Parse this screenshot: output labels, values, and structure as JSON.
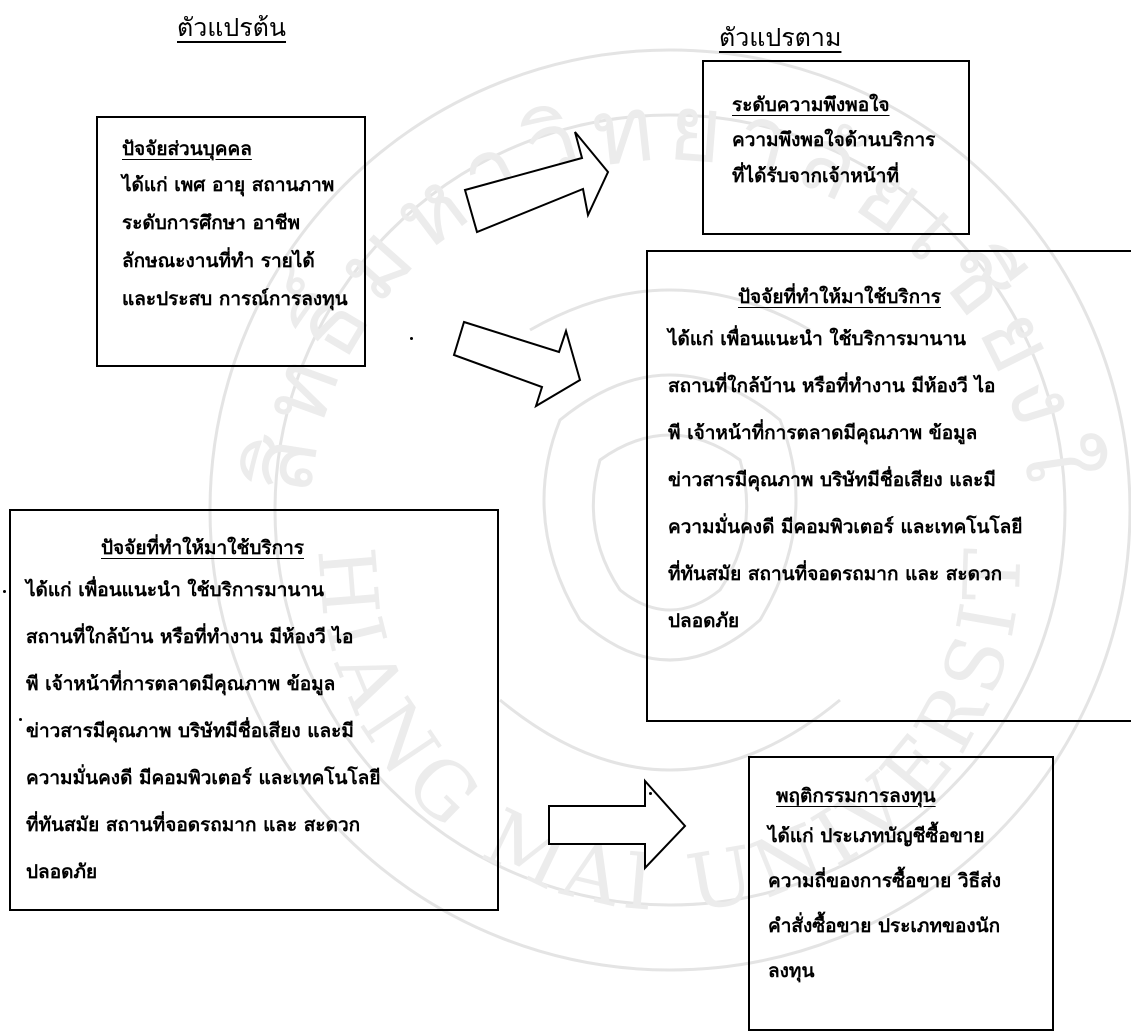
{
  "headings": {
    "independent": "ตัวแปรต้น",
    "dependent": "ตัวแปรตาม"
  },
  "boxes": {
    "personal": {
      "title": "ปัจจัยส่วนบุคคล",
      "lines": [
        "ได้แก่ เพศ อายุ สถานภาพ",
        "ระดับการศึกษา   อาชีพ",
        "ลักษณะงานที่ทำ  รายได้",
        "และประสบ การณ์การลงทุน"
      ]
    },
    "satisfaction": {
      "title": "ระดับความพึงพอใจ",
      "lines": [
        "ความพึงพอใจด้านบริการ",
        "ที่ได้รับจากเจ้าหน้าที่"
      ]
    },
    "factors_right": {
      "title": "ปัจจัยที่ทำให้มาใช้บริการ",
      "lines": [
        "ได้แก่  เพื่อนแนะนำ  ใช้บริการมานาน",
        "สถานที่ใกล้บ้าน  หรือที่ทำงาน  มีห้องวี ไอ",
        "พี   เจ้าหน้าที่การตลาดมีคุณภาพ  ข้อมูล",
        "ข่าวสารมีคุณภาพ บริษัทมีชื่อเสียง และมี",
        "ความมั่นคงดี มีคอมพิวเตอร์ และเทคโนโลยี",
        "ที่ทันสมัย สถานที่จอดรถมาก และ สะดวก",
        "ปลอดภัย"
      ]
    },
    "factors_left": {
      "title": "ปัจจัยที่ทำให้มาใช้บริการ",
      "lines": [
        "ได้แก่  เพื่อนแนะนำ  ใช้บริการมานาน",
        "สถานที่ใกล้บ้าน  หรือที่ทำงาน  มีห้องวี ไอ",
        "พี   เจ้าหน้าที่การตลาดมีคุณภาพ  ข้อมูล",
        "ข่าวสารมีคุณภาพ บริษัทมีชื่อเสียง และมี",
        "ความมั่นคงดี มีคอมพิวเตอร์ และเทคโนโลยี",
        "ที่ทันสมัย สถานที่จอดรถมาก และ สะดวก",
        "ปลอดภัย"
      ]
    },
    "behavior": {
      "title": "พฤติกรรมการลงทุน",
      "lines": [
        "ได้แก่  ประเภทบัญชีซื้อขาย",
        "ความถี่ของการซื้อขาย วิธีส่ง",
        "คำสั่งซื้อขาย ประเภทของนัก",
        "ลงทุน"
      ]
    }
  },
  "watermark": {
    "texts": [
      "CHIANG MAI UNIVERSITY",
      "ลิขสิทธิ์มหาวิทยาลัยเชียงใหม่"
    ]
  }
}
